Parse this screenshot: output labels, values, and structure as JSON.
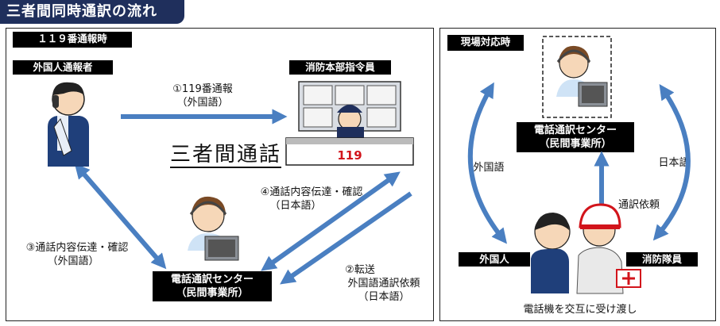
{
  "title": "三者間同時通訳の流れ",
  "left_panel": {
    "header": "１１９番通報時",
    "caller_label": "外国人通報者",
    "dispatcher_label": "消防本部指令員",
    "center_label_line1": "電話通訳センター",
    "center_label_line2": "（民間事業所）",
    "three_way": "三者間通話",
    "step1_line1": "①119番通報",
    "step1_line2": "（外国語）",
    "step2_line1": "②転送",
    "step2_line2": "外国語通訳依頼",
    "step2_line3": "（日本語）",
    "step3_line1": "③通話内容伝達・確認",
    "step3_line2": "（外国語）",
    "step4_line1": "④通話内容伝達・確認",
    "step4_line2": "（日本語）",
    "desk_number": "119"
  },
  "right_panel": {
    "header": "現場対応時",
    "center_label_line1": "電話通訳センター",
    "center_label_line2": "（民間事業所）",
    "foreign_lang": "外国語",
    "japanese": "日本語",
    "request": "通訳依頼",
    "foreigner_label": "外国人",
    "firefighter_label": "消防隊員",
    "bottom_caption": "電話機を交互に受け渡し"
  },
  "colors": {
    "arrow": "#4a7fc1",
    "title_bg": "#1f2f5c"
  }
}
